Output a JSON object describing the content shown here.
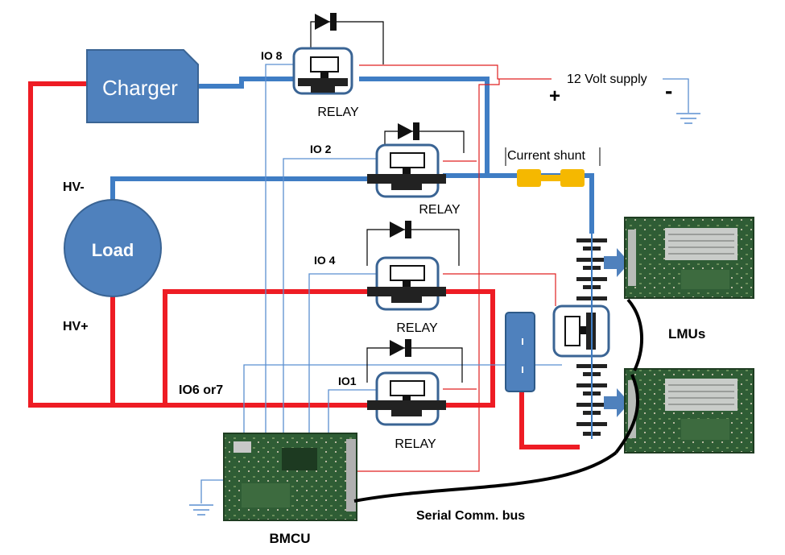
{
  "labels": {
    "charger": "Charger",
    "load": "Load",
    "hv_minus": "HV-",
    "hv_plus": "HV+",
    "supply": "12 Volt supply",
    "plus": "+",
    "minus": "-",
    "shunt": "Current shunt",
    "relay": "RELAY",
    "io8": "IO 8",
    "io2": "IO 2",
    "io4": "IO 4",
    "io1": "IO1",
    "io6or7": "IO6 or7",
    "lmus": "LMUs",
    "bmcu": "BMCU",
    "bus": "Serial Comm. bus"
  },
  "colors": {
    "hv_positive": "#ee1c24",
    "hv_negative": "#3f7dc4",
    "block_fill": "#4f81bd",
    "block_stroke": "#3a6494",
    "signal_line": "#5b8fd0",
    "control_line": "#e02020",
    "pcb_green": "#2f5d35",
    "heatsink": "#c9ccc9",
    "shunt": "#f5b800"
  }
}
